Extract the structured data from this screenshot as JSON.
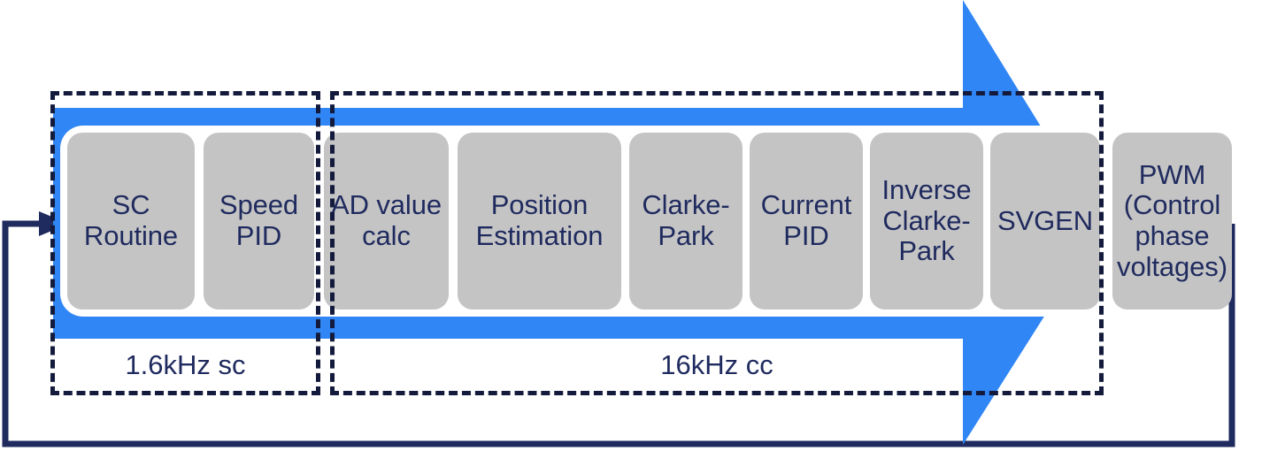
{
  "diagram": {
    "title": "Motor control loop block diagram",
    "colors": {
      "arrow_blue": "#3086f5",
      "block_gray": "#c4c4c4",
      "text_navy": "#1f2a5e",
      "dash_navy": "#131a3c",
      "background": "#ffffff"
    },
    "flow_arrow": {
      "name": "process-flow-arrow",
      "direction": "right"
    },
    "blocks": [
      {
        "id": "sc-routine",
        "label": "SC\nRoutine"
      },
      {
        "id": "speed-pid",
        "label": "Speed\nPID"
      },
      {
        "id": "ad-value-calc",
        "label": "AD value\ncalc"
      },
      {
        "id": "position-estimation",
        "label": "Position\nEstimation"
      },
      {
        "id": "clarke-park",
        "label": "Clarke-\nPark"
      },
      {
        "id": "current-pid",
        "label": "Current\nPID"
      },
      {
        "id": "inverse-clarke-park",
        "label": "Inverse\nClarke-\nPark"
      },
      {
        "id": "svgen",
        "label": "SVGEN"
      },
      {
        "id": "pwm",
        "label": "PWM\n(Control\nphase\nvoltages)"
      }
    ],
    "groups": [
      {
        "id": "sc-group",
        "label": "1.6kHz sc"
      },
      {
        "id": "cc-group",
        "label": "16kHz cc"
      }
    ],
    "feedback": {
      "name": "feedback-loop",
      "from": "pwm",
      "to": "sc-routine"
    }
  }
}
